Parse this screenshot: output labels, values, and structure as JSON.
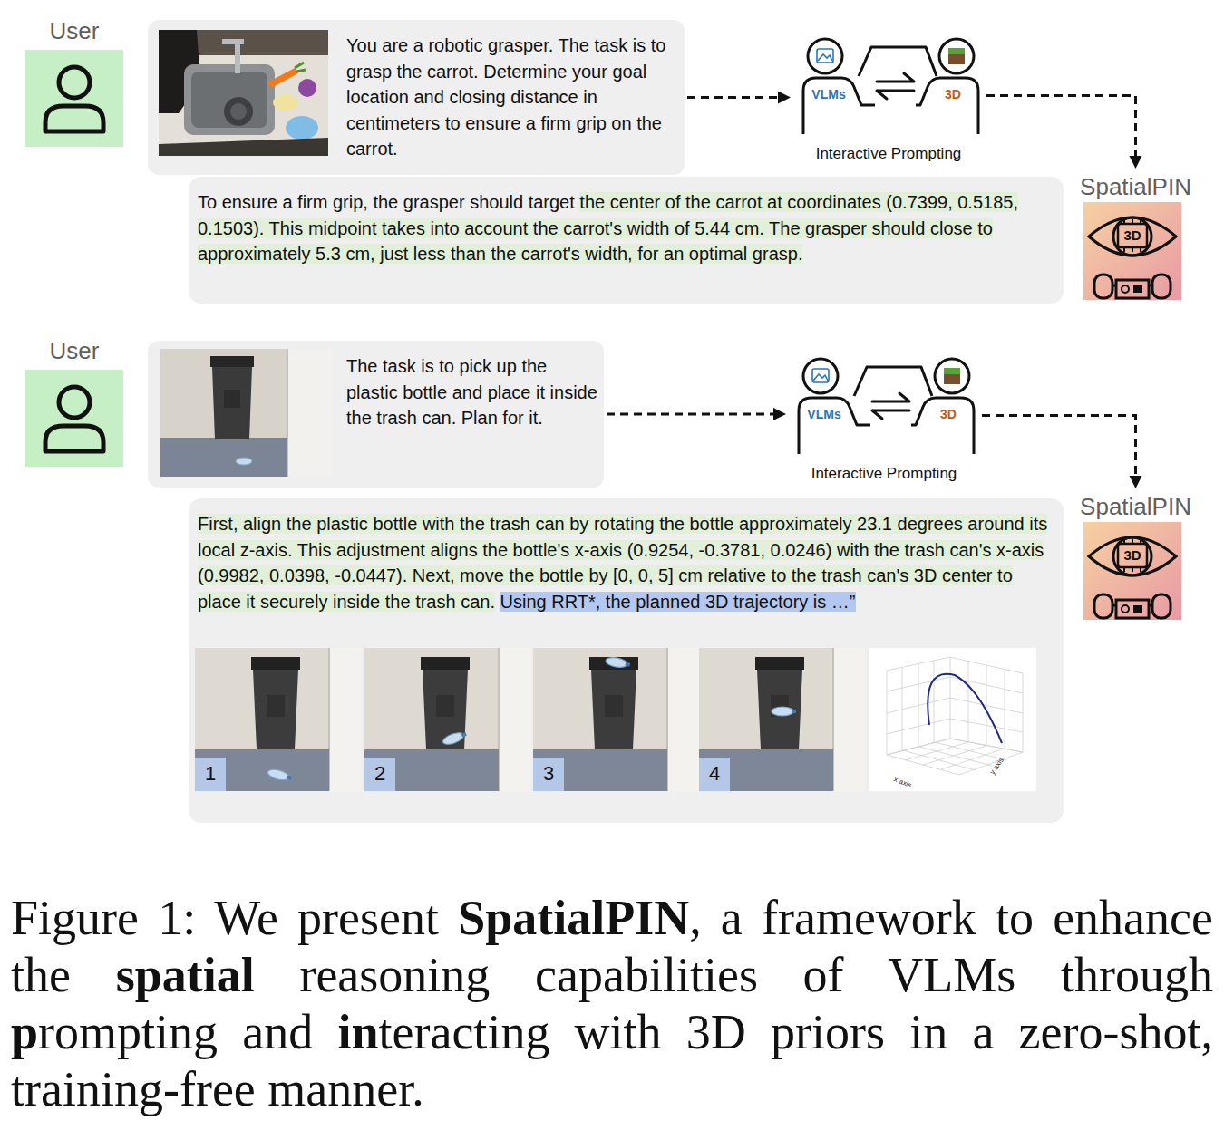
{
  "diagram": {
    "caption": "Figure 1: We present SpatialPIN, a framework to enhance the spatial reasoning capabilities of VLMs through prompting and interacting with 3D priors in a zero-shot, training-free manner.",
    "nodes": [
      {
        "text": [
          "User"
        ]
      },
      {
        "text": [
          "You are a robotic grasper. The task is to grasp the carrot. Determine your goal location and closing distance in centimeters to ensure a firm grip on the carrot."
        ]
      },
      {
        "text": [
          "Interactive Prompting"
        ]
      },
      {
        "text": [
          "VLMs"
        ],
        "in": 2
      },
      {
        "text": [
          "3D"
        ],
        "in": 2
      },
      {
        "text": [
          "SpatialPIN",
          "3D"
        ]
      },
      {
        "text": [
          "To ensure a firm grip, the grasper should target the center of the carrot at coordinates (0.7399, 0.5185, 0.1503). This midpoint takes into account the carrot's width of 5.44 cm. The grasper should close to approximately 5.3 cm, just less than the carrot's width, for an optimal grasp."
        ]
      },
      {
        "text": [
          "User"
        ]
      },
      {
        "text": [
          "The task is to pick up the plastic bottle and place it inside the trash can. Plan for it."
        ]
      },
      {
        "text": [
          "Interactive Prompting"
        ]
      },
      {
        "text": [
          "VLMs"
        ],
        "in": 9
      },
      {
        "text": [
          "3D"
        ],
        "in": 9
      },
      {
        "text": [
          "SpatialPIN",
          "3D"
        ]
      },
      {
        "text": [
          "First, align the plastic bottle with the trash can by rotating the bottle approximately 23.1 degrees around its local z-axis. This adjustment aligns the bottle's x-axis (0.9254, -0.3781, 0.0246) with the trash can's x-axis (0.9982, 0.0398, -0.0447). Next, move the bottle by [0, 0, 5] cm relative to the trash can's 3D center to place it securely inside the trash can. Using RRT*, the planned 3D trajectory is …”"
        ]
      },
      {
        "text": [
          "1"
        ],
        "in": 13
      },
      {
        "text": [
          "2"
        ],
        "in": 13
      },
      {
        "text": [
          "3"
        ],
        "in": 13
      },
      {
        "text": [
          "4"
        ],
        "in": 13
      }
    ],
    "edges": [
      {
        "from": 1,
        "to": 2,
        "arrow": "to"
      },
      {
        "from": 3,
        "to": 4,
        "arrow": "both"
      },
      {
        "from": 2,
        "to": 5,
        "arrow": "to"
      },
      {
        "from": 8,
        "to": 9,
        "arrow": "to"
      },
      {
        "from": 10,
        "to": 11,
        "arrow": "both"
      },
      {
        "from": 9,
        "to": 12,
        "arrow": "to"
      }
    ],
    "labels": [
      "x axis",
      "y axis"
    ]
  }
}
